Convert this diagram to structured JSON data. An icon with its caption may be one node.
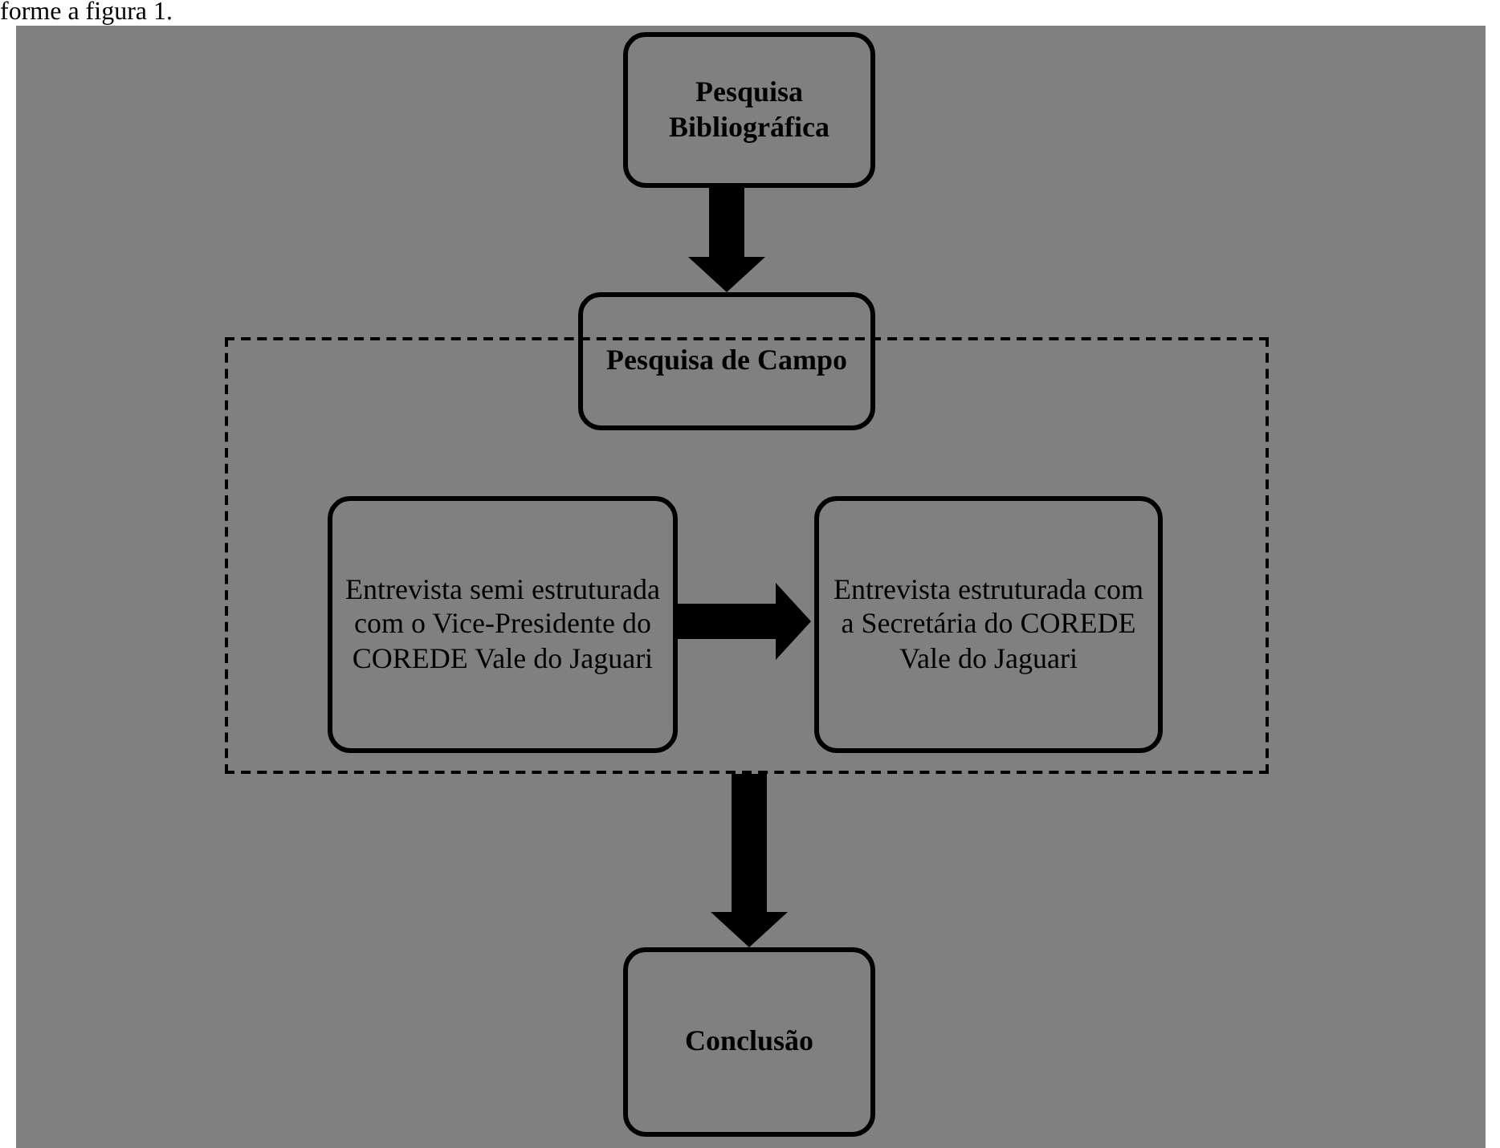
{
  "diagram": {
    "nodes": [
      {
        "text": [
          "Pesquisa Bibliográfica"
        ]
      },
      {
        "text": [
          "Pesquisa de Campo"
        ]
      },
      {
        "text": [],
        "shape": "box"
      },
      {
        "text": [
          "Entrevista semi estruturada com o Vice-Presidente do COREDE Vale do Jaguari"
        ],
        "in": 2
      },
      {
        "text": [
          "Entrevista estruturada com a Secretária do COREDE Vale do Jaguari"
        ],
        "in": 2
      },
      {
        "text": [
          "Conclusão"
        ]
      }
    ],
    "edges": [
      {
        "from": 0,
        "to": 1,
        "arrow": "to"
      },
      {
        "from": 3,
        "to": 4,
        "arrow": "to"
      },
      {
        "from": 2,
        "to": 5,
        "arrow": "to"
      }
    ],
    "labels": [
      "forme a figura 1."
    ]
  }
}
